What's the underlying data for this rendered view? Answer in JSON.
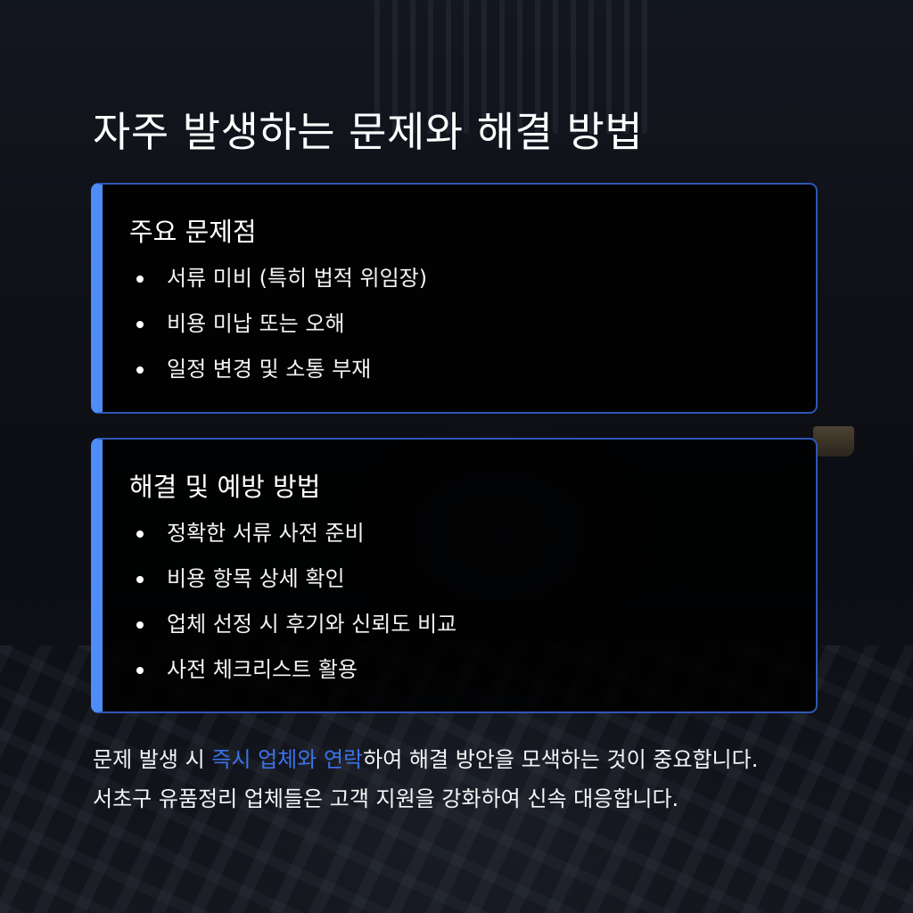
{
  "title": "자주 발생하는 문제와 해결 방법",
  "sections": [
    {
      "heading": "주요 문제점",
      "items": [
        "서류 미비 (특히 법적 위임장)",
        "비용 미납 또는 오해",
        "일정 변경 및 소통 부재"
      ]
    },
    {
      "heading": "해결 및 예방 방법",
      "items": [
        "정확한 서류 사전 준비",
        "비용 항목 상세 확인",
        "업체 선정 시 후기와 신뢰도 비교",
        "사전 체크리스트 활용"
      ]
    }
  ],
  "footer": {
    "line1_before": "문제 발생 시 ",
    "line1_highlight": "즉시 업체와 연락",
    "line1_after": "하여 해결 방안을 모색하는 것이 중요합니다.",
    "line2": "서초구 유품정리 업체들은 고객 지원을 강화하여 신속 대응합니다."
  },
  "colors": {
    "accent_bar": "#4f8df6",
    "card_border": "#2f56b8",
    "highlight_text": "#3b73e8",
    "card_background": "#000000"
  }
}
